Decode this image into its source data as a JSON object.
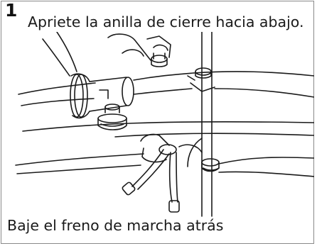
{
  "step": {
    "number": "1",
    "instruction": "Apriete la anilla de cierre hacia abajo.",
    "caption": "Baje el freno de marcha atrás"
  },
  "colors": {
    "line": "#1a1a1a",
    "border": "#8a8a8a",
    "background": "#ffffff"
  }
}
